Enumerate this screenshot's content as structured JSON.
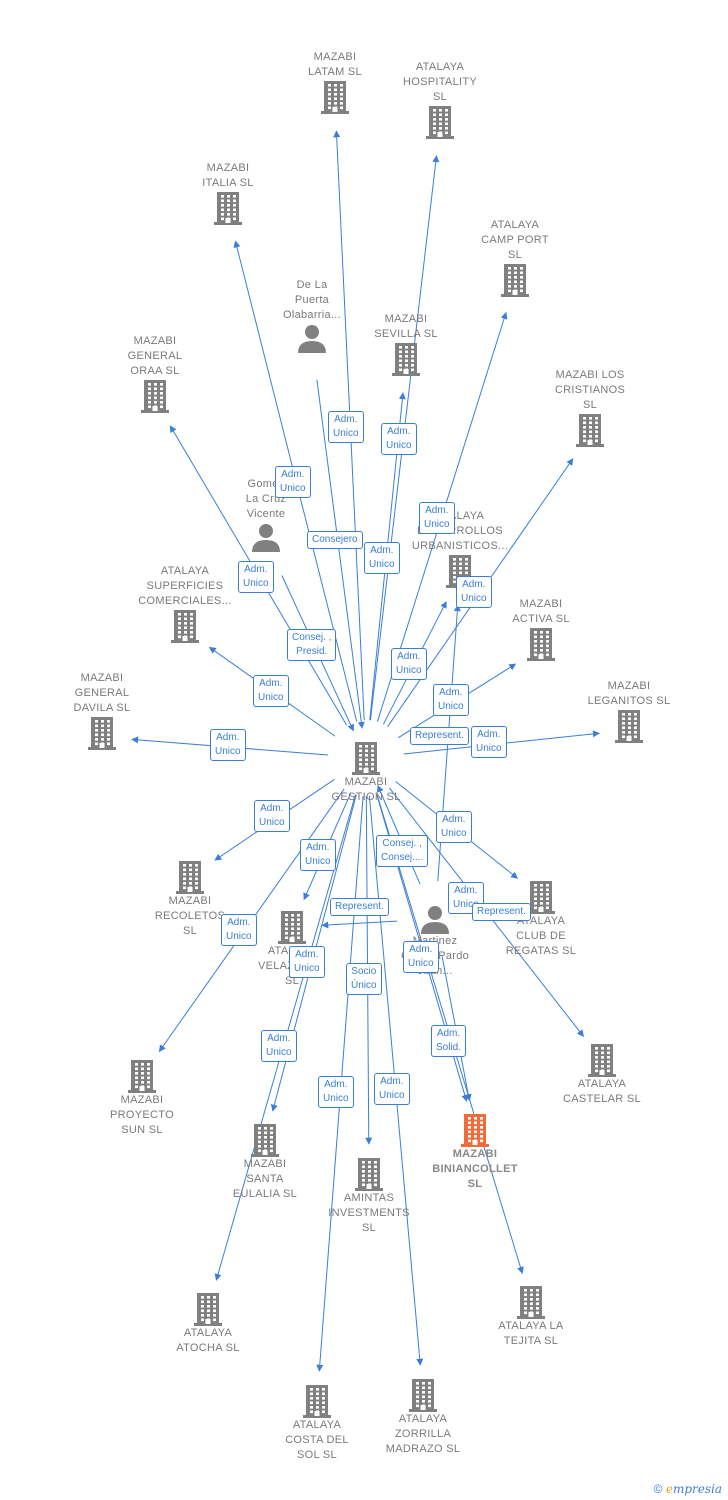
{
  "center": {
    "label": [
      "MAZABI",
      "GESTION SL"
    ]
  },
  "companies": [
    {
      "id": "latam",
      "label": [
        "MAZABI",
        "LATAM  SL"
      ],
      "pos": "above"
    },
    {
      "id": "hospitality",
      "label": [
        "ATALAYA",
        "HOSPITALITY",
        "SL"
      ],
      "pos": "above"
    },
    {
      "id": "italia",
      "label": [
        "MAZABI",
        "ITALIA  SL"
      ],
      "pos": "above"
    },
    {
      "id": "camp_port",
      "label": [
        "ATALAYA",
        "CAMP PORT",
        "SL"
      ],
      "pos": "above"
    },
    {
      "id": "sevilla",
      "label": [
        "MAZABI",
        "SEVILLA  SL"
      ],
      "pos": "above"
    },
    {
      "id": "oraa",
      "label": [
        "MAZABI",
        "GENERAL",
        "ORAA  SL"
      ],
      "pos": "above"
    },
    {
      "id": "cristianos",
      "label": [
        "MAZABI LOS",
        "CRISTIANOS",
        "SL"
      ],
      "pos": "above"
    },
    {
      "id": "desarrollos",
      "label": [
        "ATALAYA",
        "DESARROLLOS",
        "URBANISTICOS..."
      ],
      "pos": "above"
    },
    {
      "id": "superficies",
      "label": [
        "ATALAYA",
        "SUPERFICIES",
        "COMERCIALES..."
      ],
      "pos": "above"
    },
    {
      "id": "activa",
      "label": [
        "MAZABI",
        "ACTIVA  SL"
      ],
      "pos": "above"
    },
    {
      "id": "davila",
      "label": [
        "MAZABI",
        "GENERAL",
        "DAVILA  SL"
      ],
      "pos": "above"
    },
    {
      "id": "leganitos",
      "label": [
        "MAZABI",
        "LEGANITOS  SL"
      ],
      "pos": "above"
    },
    {
      "id": "recoletos",
      "label": [
        "MAZABI",
        "RECOLETOS",
        "SL"
      ],
      "pos": "below"
    },
    {
      "id": "velazquez",
      "label": [
        "ATALAYA",
        "VELAZQUEZ",
        "SL"
      ],
      "pos": "below"
    },
    {
      "id": "club_regatas",
      "label": [
        "ATALAYA",
        "CLUB DE",
        "REGATAS  SL"
      ],
      "pos": "below"
    },
    {
      "id": "proyecto_sun",
      "label": [
        "MAZABI",
        "PROYECTO",
        "SUN  SL"
      ],
      "pos": "below"
    },
    {
      "id": "castelar",
      "label": [
        "ATALAYA",
        "CASTELAR  SL"
      ],
      "pos": "below"
    },
    {
      "id": "santa_eulalia",
      "label": [
        "MAZABI",
        "SANTA",
        "EULALIA  SL"
      ],
      "pos": "below"
    },
    {
      "id": "amintas",
      "label": [
        "AMINTAS",
        "INVESTMENTS",
        "SL"
      ],
      "pos": "below"
    },
    {
      "id": "biniancollet",
      "label": [
        "MAZABI",
        "BINIANCOLLET",
        "SL"
      ],
      "pos": "below",
      "target": true
    },
    {
      "id": "atocha",
      "label": [
        "ATALAYA",
        "ATOCHA  SL"
      ],
      "pos": "below"
    },
    {
      "id": "tejita",
      "label": [
        "ATALAYA LA",
        "TEJITA  SL"
      ],
      "pos": "below"
    },
    {
      "id": "costa_sol",
      "label": [
        "ATALAYA",
        "COSTA DEL",
        "SOL  SL"
      ],
      "pos": "below"
    },
    {
      "id": "zorrilla",
      "label": [
        "ATALAYA",
        "ZORRILLA",
        "MADRAZO  SL"
      ],
      "pos": "below"
    }
  ],
  "persons": [
    {
      "id": "delapuerta",
      "label": [
        "De La",
        "Puerta",
        "Olabarria..."
      ],
      "pos": "above"
    },
    {
      "id": "gomez",
      "label": [
        "Gomez",
        "La Cruz",
        "Vicente"
      ],
      "pos": "above"
    },
    {
      "id": "juan",
      "label": [
        "Martinez",
        "Conde Pardo",
        "Juan..."
      ],
      "pos": "below"
    }
  ],
  "edge_labels": [
    {
      "id": "l1",
      "lines": [
        "Adm.",
        "Unico"
      ]
    },
    {
      "id": "l2",
      "lines": [
        "Adm.",
        "Unico"
      ]
    },
    {
      "id": "l3",
      "lines": [
        "Adm.",
        "Unico"
      ]
    },
    {
      "id": "l4",
      "lines": [
        "Consejero"
      ]
    },
    {
      "id": "l5",
      "lines": [
        "Adm.",
        "Unico"
      ]
    },
    {
      "id": "l6",
      "lines": [
        "Adm.",
        "Unico"
      ]
    },
    {
      "id": "l7",
      "lines": [
        "Adm.",
        "Unico"
      ]
    },
    {
      "id": "l8",
      "lines": [
        "Adm.",
        "Unico"
      ]
    },
    {
      "id": "l9",
      "lines": [
        "Consej. ,",
        "Presid."
      ]
    },
    {
      "id": "l10",
      "lines": [
        "Adm.",
        "Unico"
      ]
    },
    {
      "id": "l11",
      "lines": [
        "Adm.",
        "Unico"
      ]
    },
    {
      "id": "l12",
      "lines": [
        "Adm.",
        "Unico"
      ]
    },
    {
      "id": "l13",
      "lines": [
        "Adm.",
        "Unico"
      ]
    },
    {
      "id": "l14",
      "lines": [
        "Represent."
      ]
    },
    {
      "id": "l15",
      "lines": [
        "Adm.",
        "Unico"
      ]
    },
    {
      "id": "l16",
      "lines": [
        "Adm.",
        "Unico"
      ]
    },
    {
      "id": "l17",
      "lines": [
        "Adm.",
        "Unico"
      ]
    },
    {
      "id": "l18",
      "lines": [
        "Adm.",
        "Unico"
      ]
    },
    {
      "id": "l19",
      "lines": [
        "Consej. ,",
        "Consej...."
      ]
    },
    {
      "id": "l20",
      "lines": [
        "Represent."
      ]
    },
    {
      "id": "l21",
      "lines": [
        "Adm.",
        "Unico"
      ]
    },
    {
      "id": "l22",
      "lines": [
        "Represent."
      ]
    },
    {
      "id": "l23",
      "lines": [
        "Adm.",
        "Unico"
      ]
    },
    {
      "id": "l24",
      "lines": [
        "Adm.",
        "Unico"
      ]
    },
    {
      "id": "l25",
      "lines": [
        "Socio",
        "Único"
      ]
    },
    {
      "id": "l26",
      "lines": [
        "Adm.",
        "Unico"
      ]
    },
    {
      "id": "l27",
      "lines": [
        "Adm.",
        "Unico"
      ]
    },
    {
      "id": "l28",
      "lines": [
        "Adm.",
        "Solid."
      ]
    },
    {
      "id": "l29",
      "lines": [
        "Adm.",
        "Unico"
      ]
    },
    {
      "id": "l30",
      "lines": [
        "Adm.",
        "Unico"
      ]
    },
    {
      "id": "l31",
      "lines": [
        "Adm.",
        "Unico"
      ]
    }
  ],
  "footer": {
    "copyright": "©",
    "brand_initial": "e",
    "brand_rest": "mpresia"
  },
  "colors": {
    "edge": "#3a7fd5",
    "node": "#808080",
    "target": "#f26b3a"
  }
}
